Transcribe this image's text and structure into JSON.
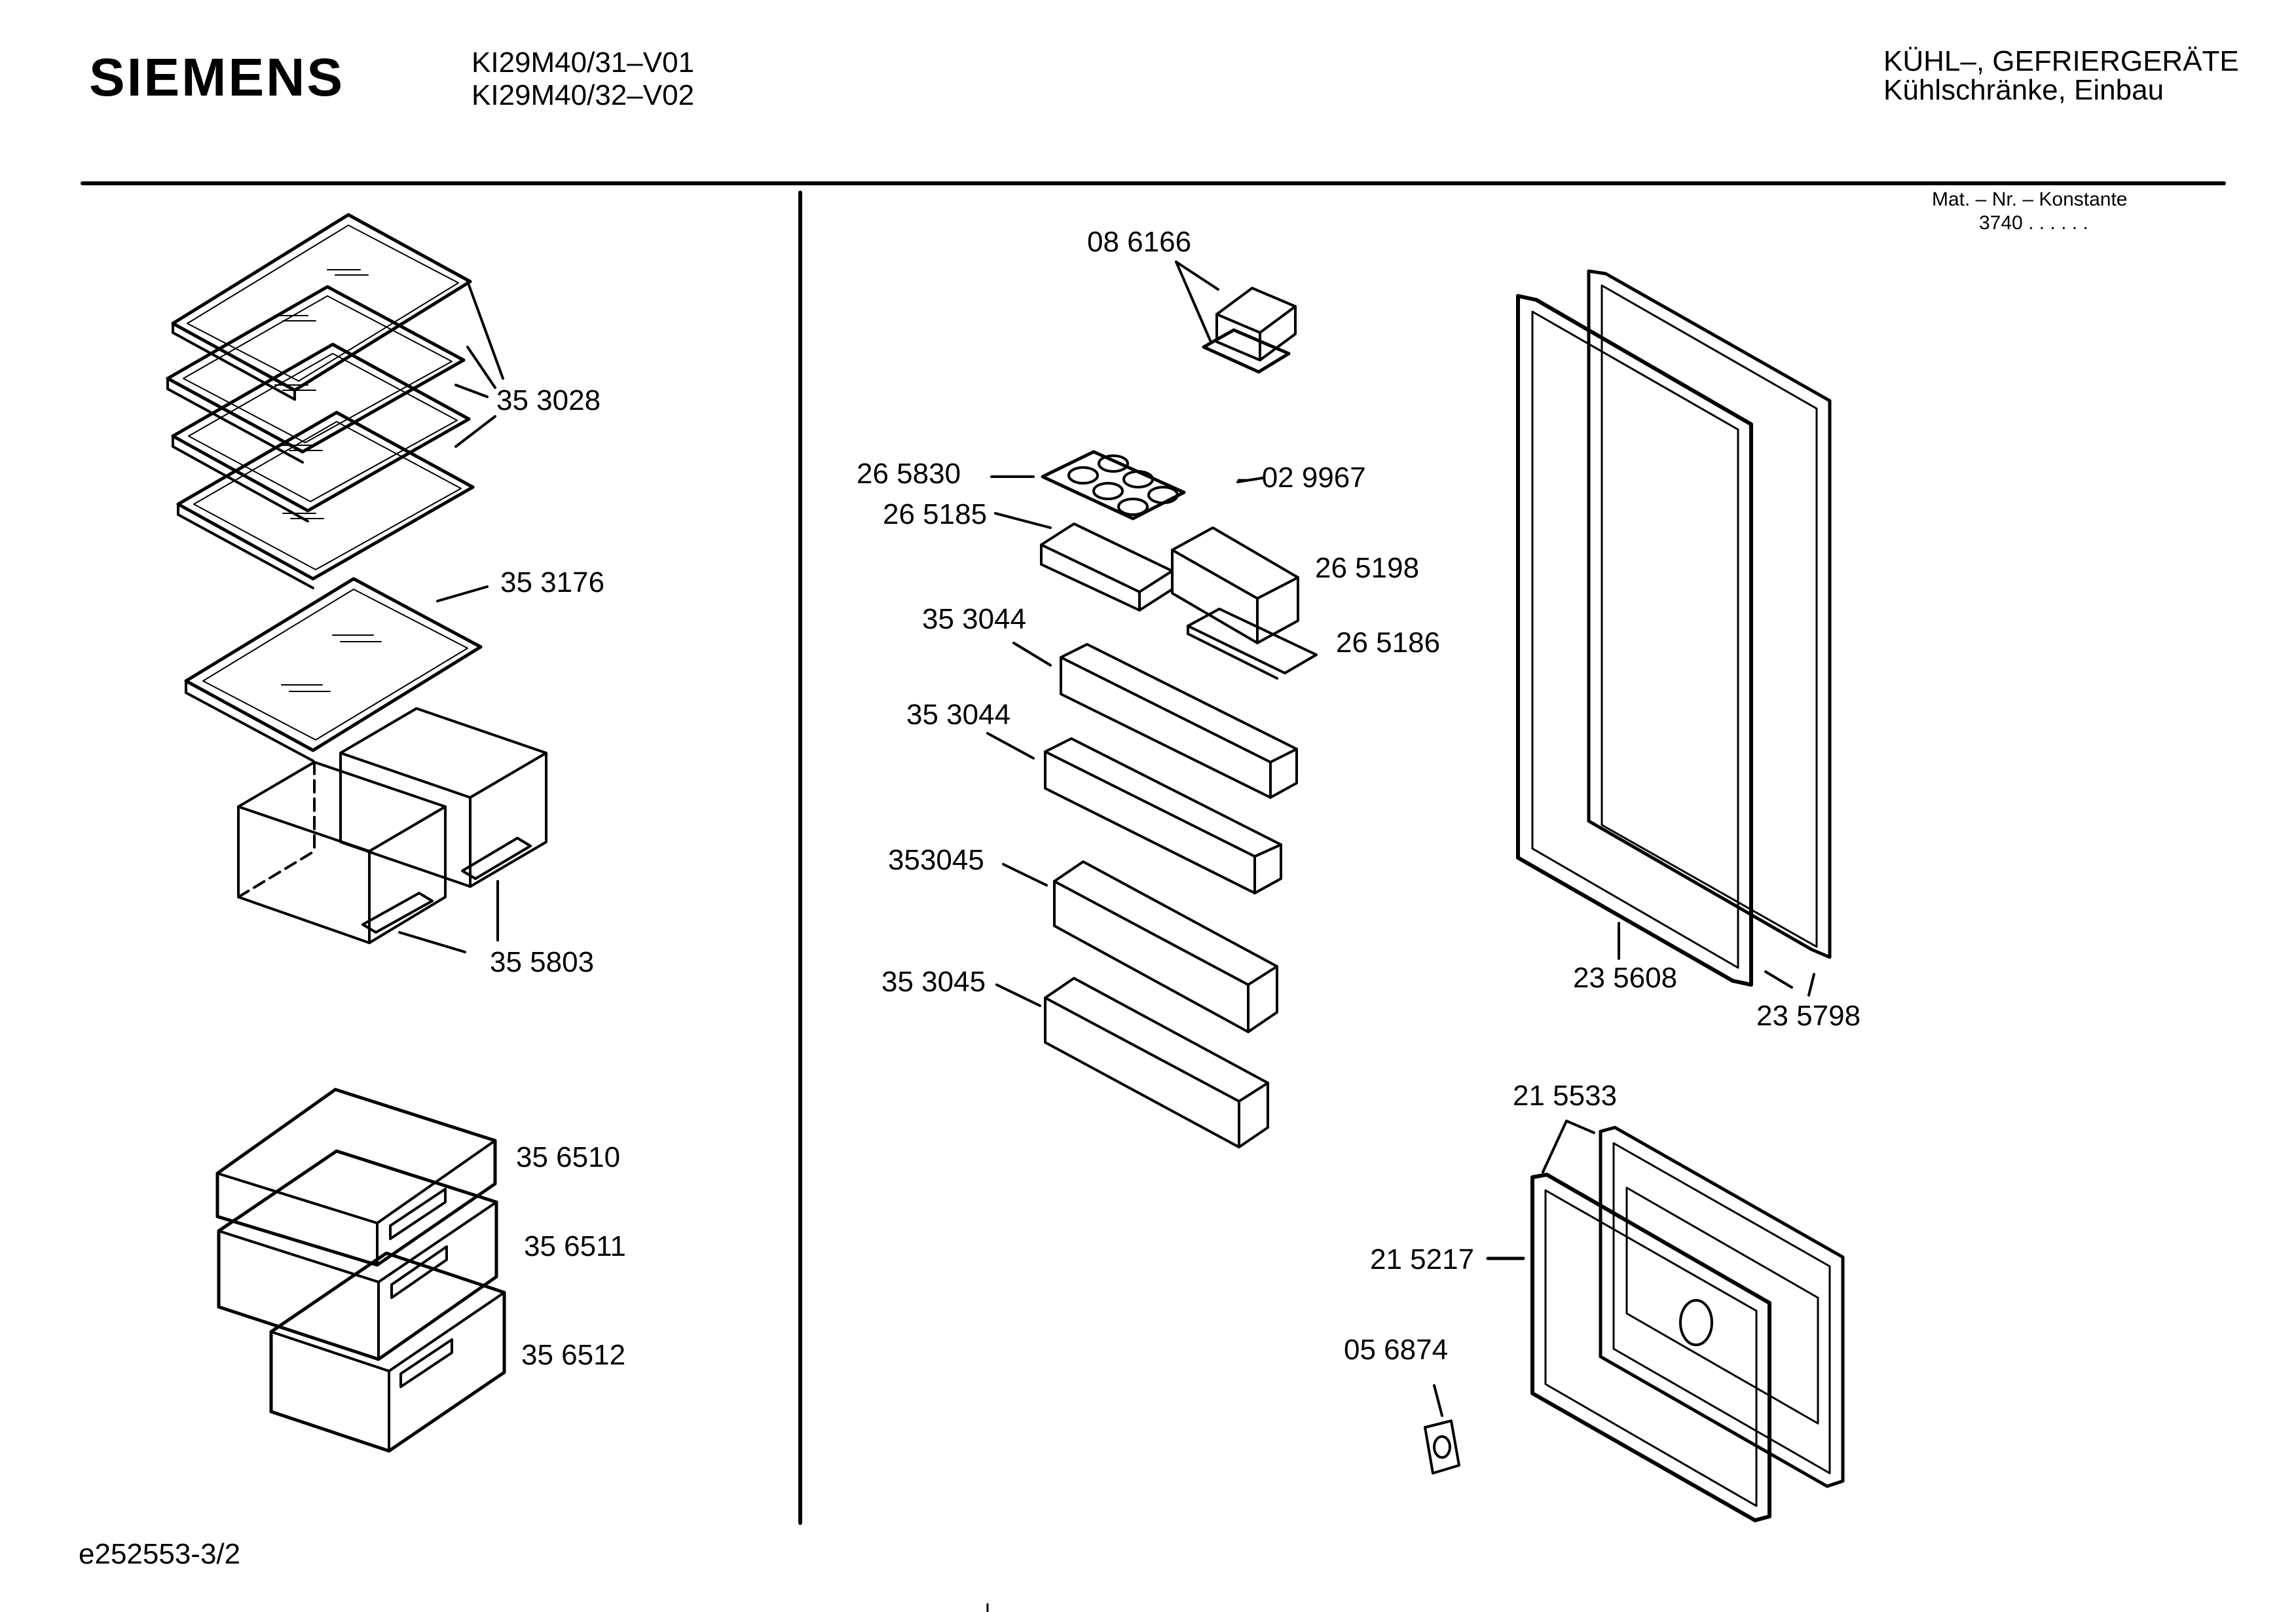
{
  "header": {
    "brand": "SIEMENS",
    "models": [
      "KI29M40/31–V01",
      "KI29M40/32–V02"
    ],
    "category_line1": "KÜHL–, GEFRIERGERÄTE",
    "category_line2": "Kühlschränke, Einbau",
    "mat_label": "Mat. – Nr. – Konstante",
    "mat_value": "3740 . .   . . . ."
  },
  "parts": {
    "p353028": "35 3028",
    "p353176": "35 3176",
    "p355803": "35 5803",
    "p356510": "35 6510",
    "p356511": "35 6511",
    "p356512": "35 6512",
    "p086166": "08 6166",
    "p265830": "26 5830",
    "p029967": "– 02 9967",
    "p265185": "26 5185",
    "p265198": "26 5198",
    "p265186": "26 5186",
    "p353044a": "35 3044",
    "p353044b": "35 3044",
    "p353045a": "353045",
    "p353045b": "35 3045",
    "p235608": "23 5608",
    "p235798": "23 5798",
    "p215533": "21 5533",
    "p215217": "21 5217",
    "p056874": "05 6874"
  },
  "footer": {
    "doc_ref": "e252553-3/2"
  }
}
